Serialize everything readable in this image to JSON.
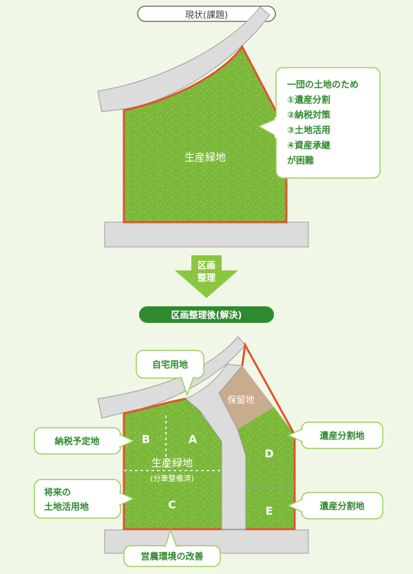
{
  "before": {
    "header": "現状(課題)",
    "plot_label": "生産緑地",
    "callout": {
      "lines": [
        "一団の土地のため",
        "①遺産分割",
        "②納税対策",
        "③土地活用",
        "④資産承継",
        "が困難"
      ]
    }
  },
  "transition": {
    "arrow_lines": [
      "区画",
      "整理"
    ],
    "result_header": "区画整理後(解決)"
  },
  "after": {
    "plot_label": "生産緑地",
    "plot_sublabel": "(分筆整備済)",
    "letters": {
      "A": "A",
      "B": "B",
      "C": "C",
      "D": "D",
      "E": "E"
    },
    "reserved_label": "保留地",
    "callouts": {
      "home": "自宅用地",
      "tax": "納税予定地",
      "future": [
        "将来の",
        "土地活用地"
      ],
      "inherit_d": "遺産分割地",
      "inherit_e": "遺産分割地",
      "farm": "営農環境の改善"
    }
  },
  "colors": {
    "background": "#f0f7e6",
    "green_field": "#7bb83a",
    "boundary": "#e2532d",
    "road": "#dcdcdc",
    "road_edge": "#9a9a9a",
    "reserved": "#c9ab8e",
    "dark_green": "#2f8a2f",
    "arrow_green": "#8cc640",
    "callout_border": "#9ccd58"
  }
}
